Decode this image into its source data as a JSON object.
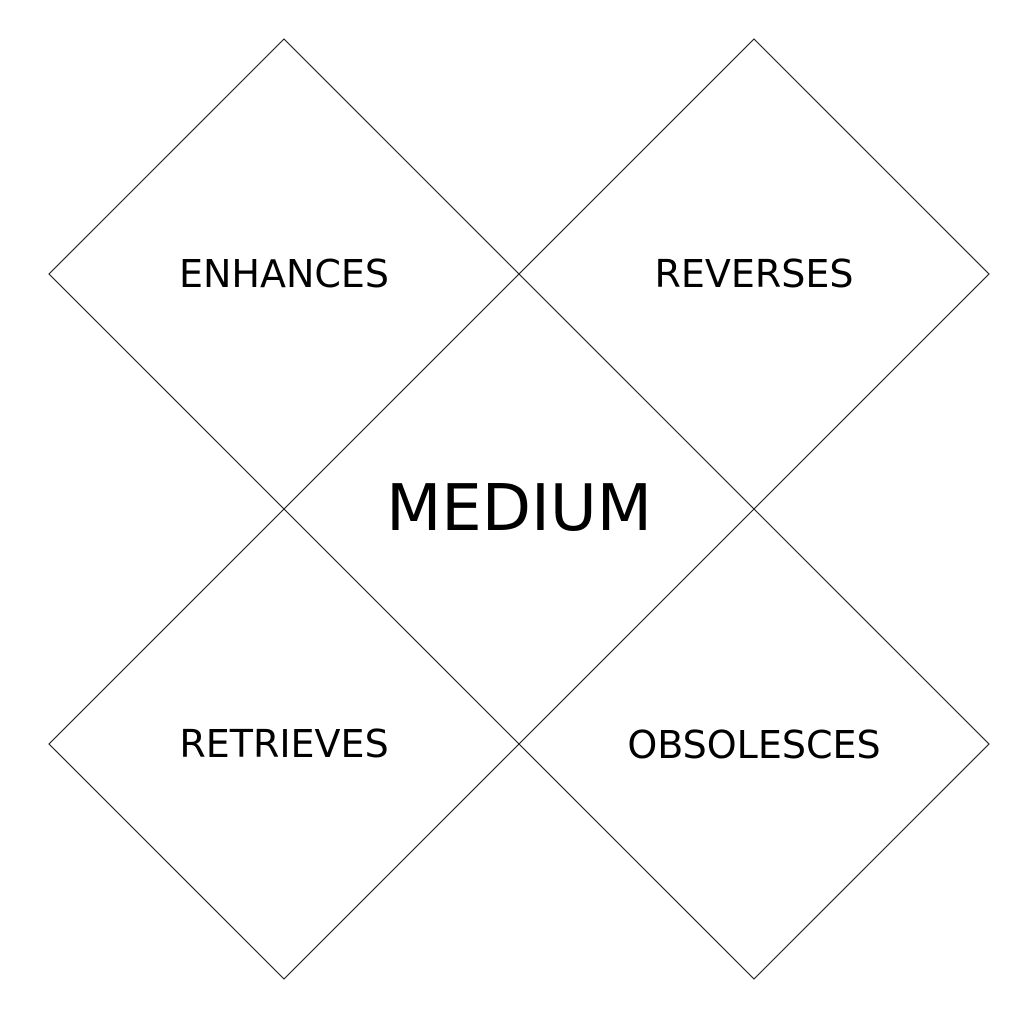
{
  "diagram": {
    "type": "tetrad",
    "center_label": "MEDIUM",
    "quadrants": [
      {
        "position": "top-left",
        "label": "ENHANCES"
      },
      {
        "position": "top-right",
        "label": "REVERSES"
      },
      {
        "position": "bottom-left",
        "label": "RETRIEVES"
      },
      {
        "position": "bottom-right",
        "label": "OBSOLESCES"
      }
    ],
    "colors": {
      "background": "#ffffff",
      "line": "#1a1a1a",
      "text": "#000000"
    }
  }
}
